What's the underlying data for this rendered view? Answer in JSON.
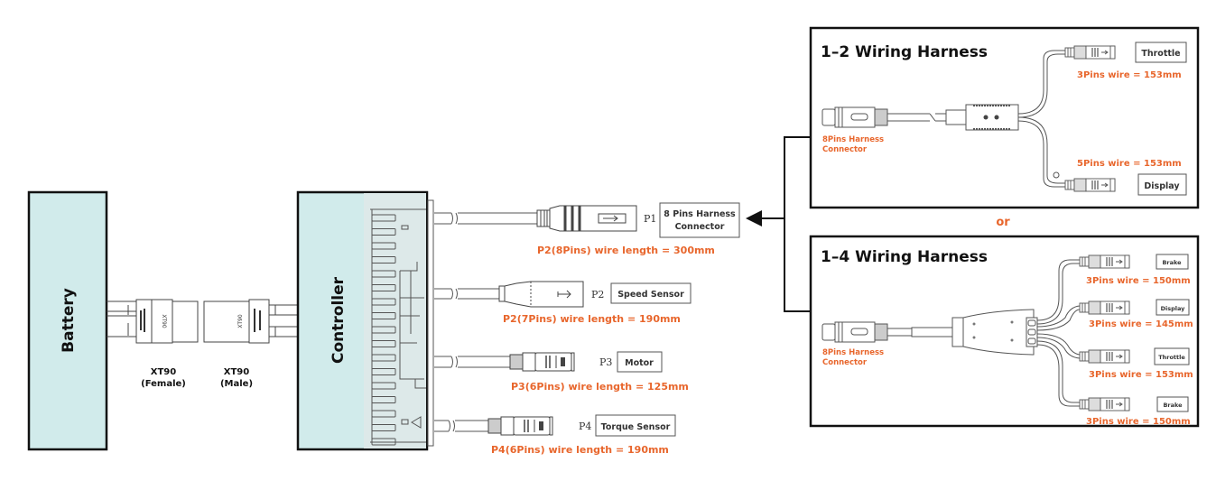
{
  "colors": {
    "accent_orange": "#e8662c",
    "block_fill": "#d1ebeb",
    "outline": "#111111",
    "wire": "#555555"
  },
  "battery": {
    "label": "Battery"
  },
  "controller": {
    "label": "Controller"
  },
  "xt90": {
    "female": {
      "line1": "XT90",
      "line2": "(Female)",
      "mark": "XT90"
    },
    "male": {
      "line1": "XT90",
      "line2": "(Male)",
      "mark": "XT90"
    }
  },
  "ports": [
    {
      "pin": "P1",
      "device": "8 Pins Harness Connector",
      "device_line1": "8 Pins Harness",
      "device_line2": "Connector",
      "wire_label": "P2(8Pins) wire length = 300mm"
    },
    {
      "pin": "P2",
      "device": "Speed Sensor",
      "wire_label": "P2(7Pins) wire length = 190mm"
    },
    {
      "pin": "P3",
      "device": "Motor",
      "wire_label": "P3(6Pins) wire length = 125mm"
    },
    {
      "pin": "P4",
      "device": "Torque Sensor",
      "wire_label": "P4(6Pins) wire length = 190mm"
    }
  ],
  "or_label": "or",
  "harness_1_2": {
    "title": "1–2 Wiring Harness",
    "input_line1": "8Pins Harness",
    "input_line2": "Connector",
    "outputs": [
      {
        "device": "Throttle",
        "wire_label": "3Pins wire = 153mm"
      },
      {
        "device": "Display",
        "wire_label": "5Pins wire = 153mm"
      }
    ]
  },
  "harness_1_4": {
    "title": "1–4 Wiring Harness",
    "input_line1": "8Pins Harness",
    "input_line2": "Connector",
    "outputs": [
      {
        "device": "Brake",
        "wire_label": "3Pins wire = 150mm"
      },
      {
        "device": "Display",
        "wire_label": "3Pins wire = 145mm"
      },
      {
        "device": "Throttle",
        "wire_label": "3Pins wire = 153mm"
      },
      {
        "device": "Brake",
        "wire_label": "3Pins wire = 150mm"
      }
    ]
  }
}
